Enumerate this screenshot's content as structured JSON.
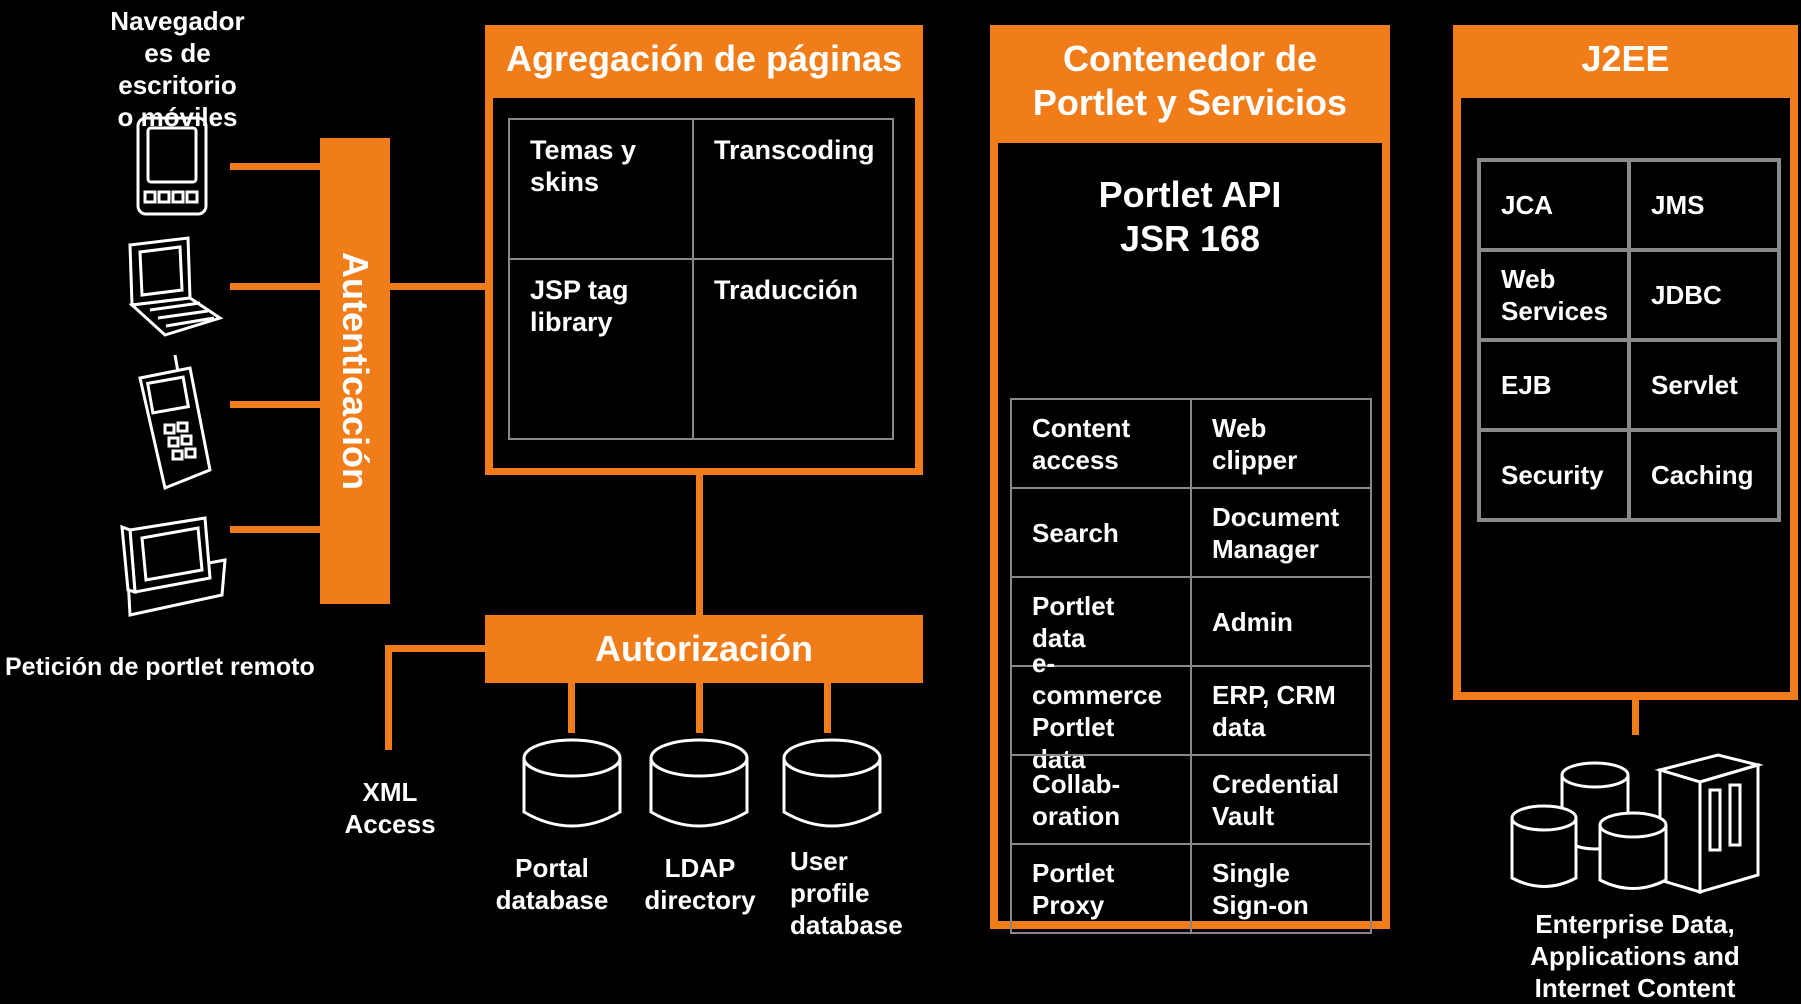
{
  "devices": {
    "label": "Navegador\nes de\nescritorio\no móviles",
    "remote_label": "Petición de portlet remoto",
    "xml_label": "XML\nAccess"
  },
  "auth": {
    "label": "Autenticación"
  },
  "aggregation": {
    "title": "Agregación de páginas",
    "cells": [
      "Temas y\nskins",
      "Transcoding",
      "JSP tag\nlibrary",
      "Traducción"
    ]
  },
  "authorization": {
    "title": "Autorización",
    "databases": [
      "Portal\ndatabase",
      "LDAP\ndirectory",
      "User\nprofile\ndatabase"
    ]
  },
  "container": {
    "title": "Contenedor de\nPortlet y Servicios",
    "api": "Portlet API\nJSR 168",
    "cells": [
      "Content\naccess",
      "Web\nclipper",
      "Search",
      "Document\nManager",
      "Portlet\ndata",
      "Admin",
      "e-commerce\nPortlet data",
      "ERP, CRM\ndata",
      "Collab-\noration",
      "Credential\nVault",
      "Portlet\nProxy",
      "Single\nSign-on"
    ]
  },
  "j2ee": {
    "title": "J2EE",
    "cells": [
      "JCA",
      "JMS",
      "Web\nServices",
      "JDBC",
      "EJB",
      "Servlet",
      "Security",
      "Caching"
    ],
    "caption": "Enterprise Data,\nApplications and\nInternet Content"
  },
  "colors": {
    "accent": "#f07d1a",
    "background": "#000000",
    "grid": "#888888"
  }
}
